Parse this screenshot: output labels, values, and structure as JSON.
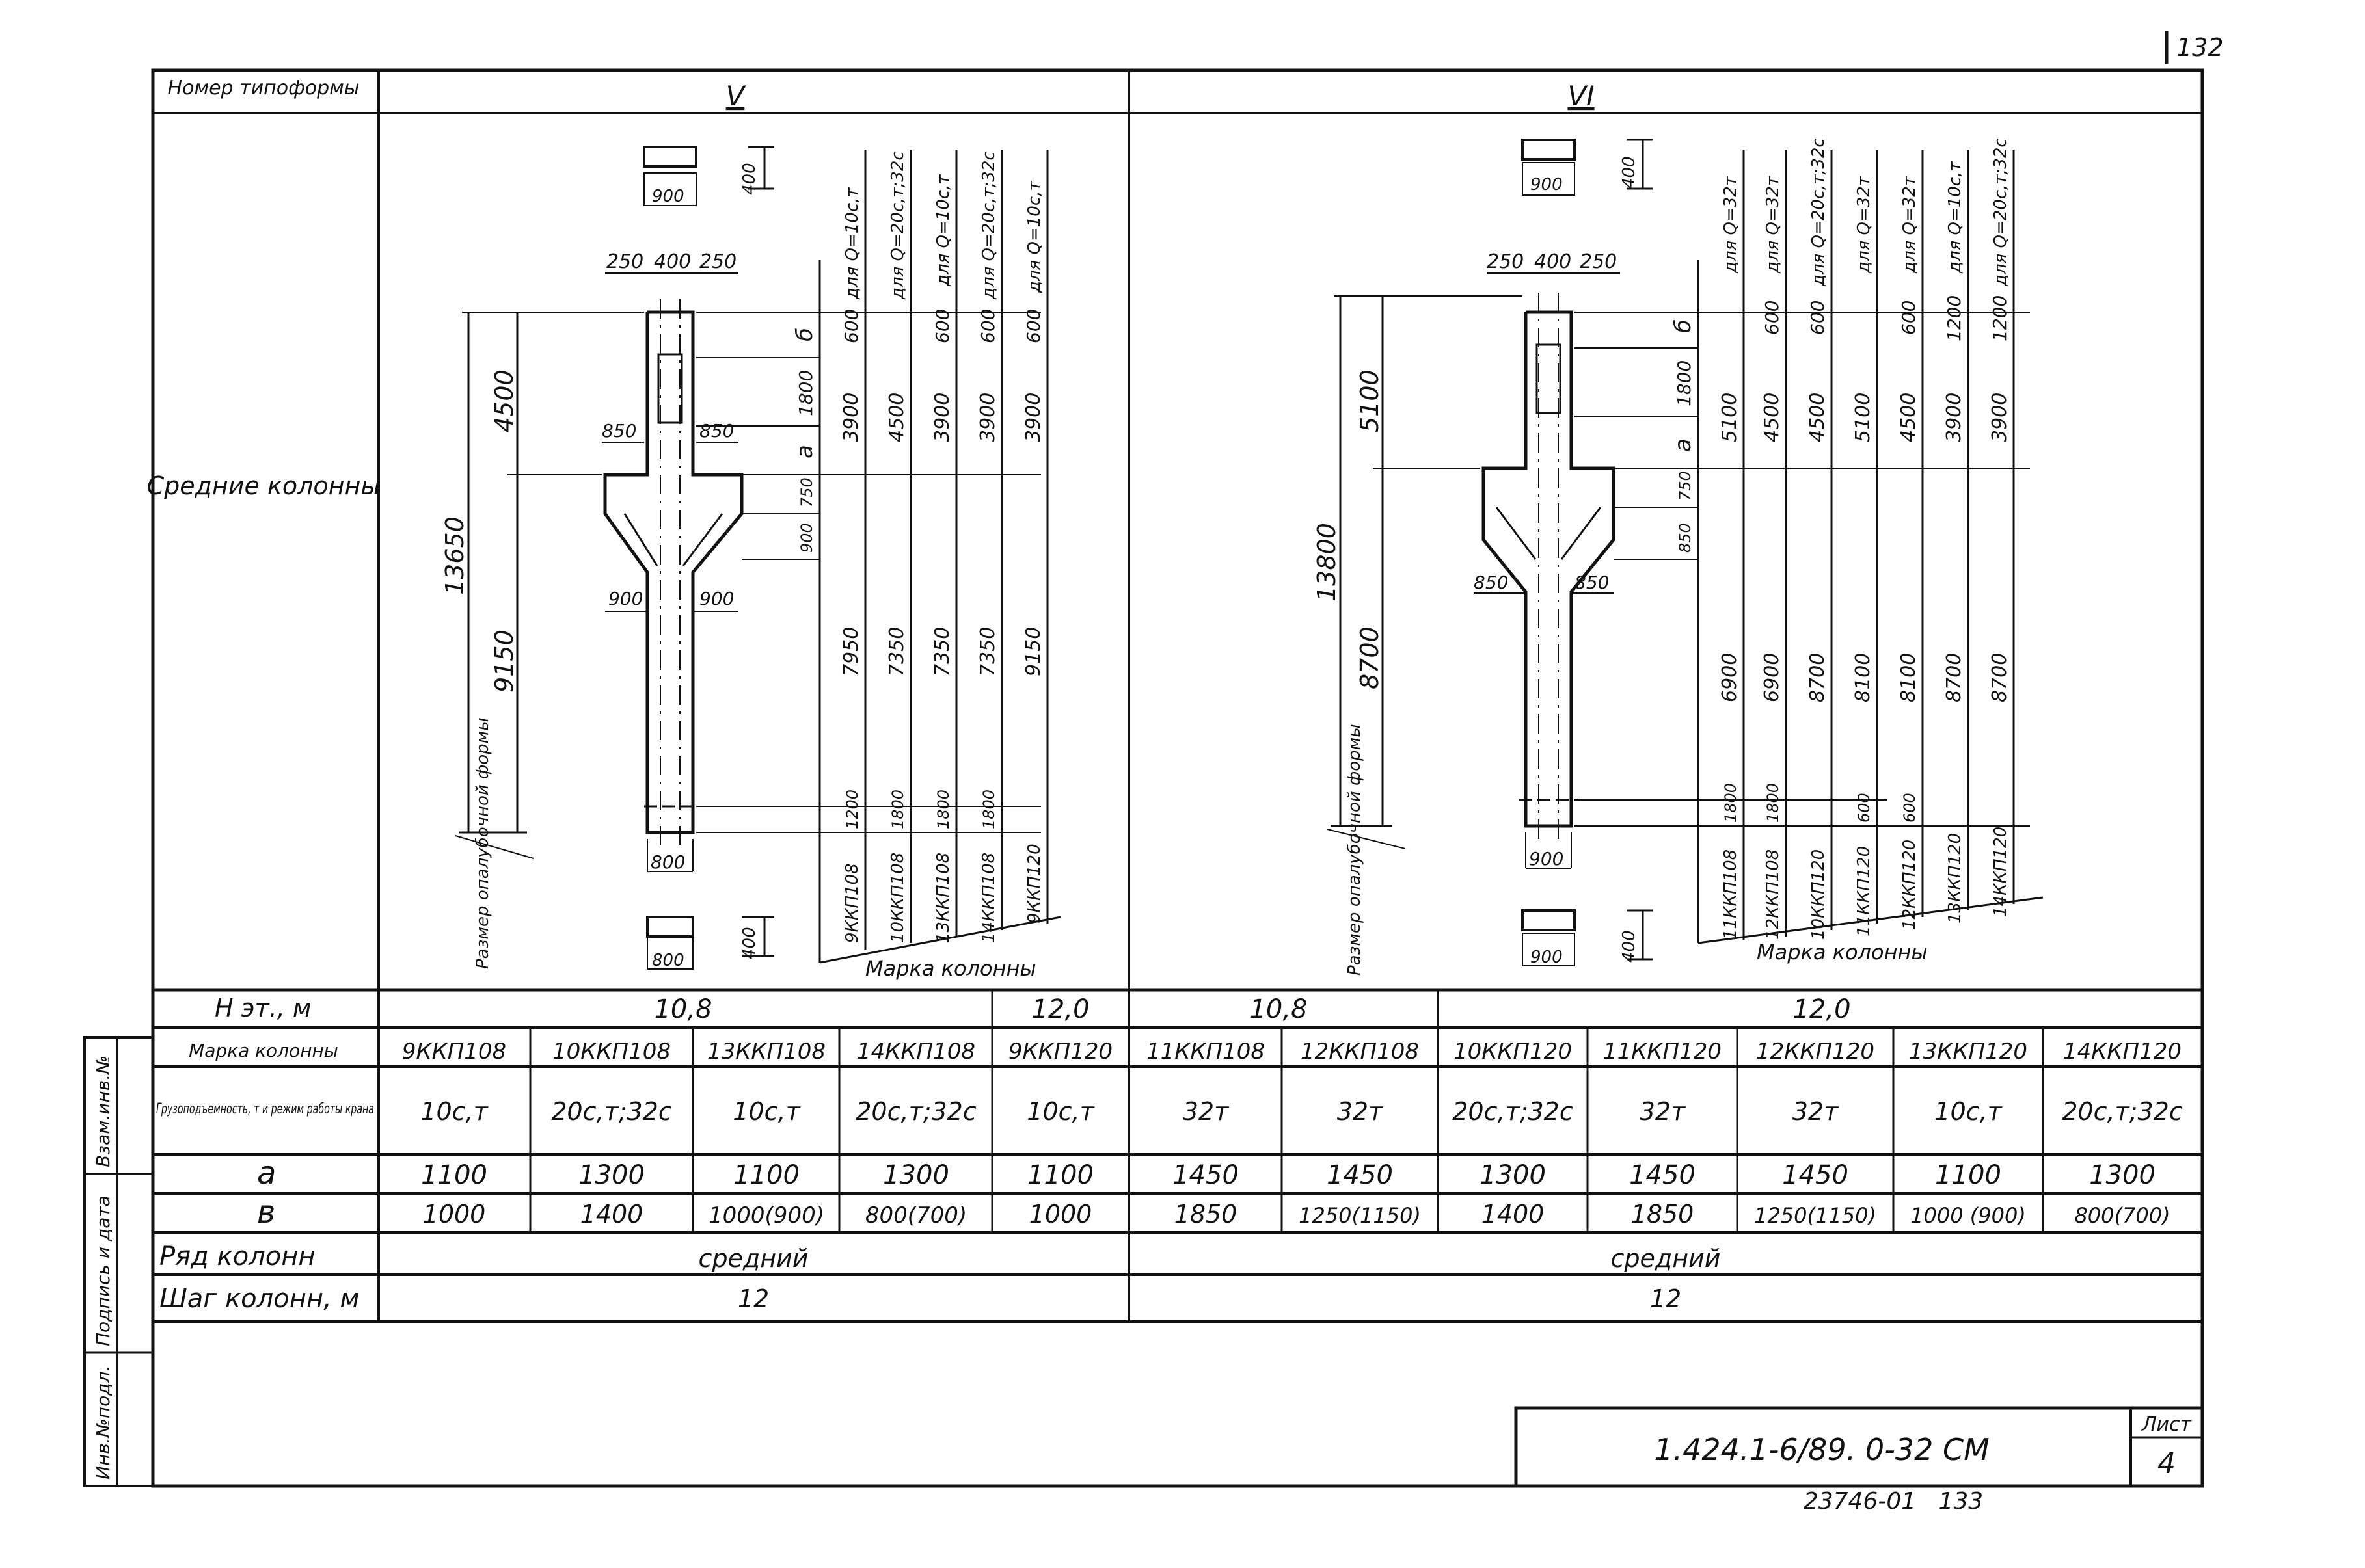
{
  "page_number": "132",
  "header": {
    "form_label": "Номер типоформы",
    "section_left": "V",
    "section_right": "VI"
  },
  "row_label": "Средние колонны",
  "left_drawing": {
    "top_section": {
      "width": "900",
      "height": "400"
    },
    "head_dims": [
      "250",
      "400",
      "250"
    ],
    "corbel_dims": {
      "left": "850",
      "right": "850",
      "low_left": "900",
      "low_right": "900"
    },
    "total": "13650",
    "upper": "4500",
    "lower": "9150",
    "base_width": "800",
    "bottom_section": {
      "width": "800",
      "height": "400"
    },
    "chain_top": [
      "б",
      "1800",
      "а",
      "750",
      "900"
    ],
    "chain_bottom": "1200",
    "formwork_label": "Размер опалубочной формы",
    "marks_caption": "Марка колонны",
    "columns": [
      {
        "note": "для Q=10с,т",
        "v1": "600",
        "v2": "3900",
        "v3": "7950",
        "v4": "1200",
        "mark": "9ККП108"
      },
      {
        "note": "для Q=20с,т;32с",
        "v1": "",
        "v2": "4500",
        "v3": "7350",
        "v4": "1800",
        "mark": "10ККП108"
      },
      {
        "note": "для Q=10с,т",
        "v1": "600",
        "v2": "3900",
        "v3": "7350",
        "v4": "1800",
        "mark": "13ККП108"
      },
      {
        "note": "для Q=20с,т;32с",
        "v1": "600",
        "v2": "3900",
        "v3": "7350",
        "v4": "1800",
        "mark": "14ККП108"
      },
      {
        "note": "для Q=10с,т",
        "v1": "600",
        "v2": "3900",
        "v3": "9150",
        "v4": "",
        "mark": "9ККП120"
      }
    ]
  },
  "right_drawing": {
    "top_section": {
      "width": "900",
      "height": "400"
    },
    "head_dims": [
      "250",
      "400",
      "250"
    ],
    "corbel_dims": {
      "side": "850",
      "low_left": "850",
      "low_right": "850"
    },
    "total": "13800",
    "upper": "5100",
    "lower": "8700",
    "base_width": "900",
    "bottom_section": {
      "width": "900",
      "height": "400"
    },
    "chain_top": [
      "б",
      "1800",
      "а",
      "750",
      "850"
    ],
    "formwork_label": "Размер опалубочной формы",
    "marks_caption": "Марка колонны",
    "columns": [
      {
        "note": "для Q=32т",
        "v1": "",
        "v2": "5100",
        "v3": "6900",
        "v4": "1800",
        "mark": "11ККП108"
      },
      {
        "note": "для Q=32т",
        "v1": "600",
        "v2": "4500",
        "v3": "6900",
        "v4": "1800",
        "mark": "12ККП108"
      },
      {
        "note": "для Q=20с,т;32с",
        "v1": "600",
        "v2": "4500",
        "v3": "8700",
        "v4": "",
        "mark": "10ККП120"
      },
      {
        "note": "для Q=32т",
        "v1": "",
        "v2": "5100",
        "v3": "8100",
        "v4": "600",
        "mark": "11ККП120"
      },
      {
        "note": "для Q=32т",
        "v1": "600",
        "v2": "4500",
        "v3": "8100",
        "v4": "600",
        "mark": "12ККП120"
      },
      {
        "note": "для Q=10с,т",
        "v1": "1200",
        "v2": "3900",
        "v3": "8700",
        "v4": "",
        "mark": "13ККП120"
      },
      {
        "note": "для Q=20с,т;32с",
        "v1": "1200",
        "v2": "3900",
        "v3": "8700",
        "v4": "",
        "mark": "14ККП120"
      }
    ]
  },
  "table": {
    "label_h": "Н эт., м",
    "h_groups": [
      "10,8",
      "12,0",
      "10,8",
      "12,0"
    ],
    "label_mark": "Марка колонны",
    "label_capacity": "Грузоподъемность, т и режим работы крана",
    "label_a": "а",
    "label_b": "в",
    "label_row": "Ряд колонн",
    "label_step": "Шаг колонн, м",
    "marks": [
      "9ККП108",
      "10ККП108",
      "13ККП108",
      "14ККП108",
      "9ККП120",
      "11ККП108",
      "12ККП108",
      "10ККП120",
      "11ККП120",
      "12ККП120",
      "13ККП120",
      "14ККП120"
    ],
    "capacity": [
      "10с,т",
      "20с,т;32с",
      "10с,т",
      "20с,т;32с",
      "10с,т",
      "32т",
      "32т",
      "20с,т;32с",
      "32т",
      "32т",
      "10с,т",
      "20с,т;32с"
    ],
    "a_values": [
      "1100",
      "1300",
      "1100",
      "1300",
      "1100",
      "1450",
      "1450",
      "1300",
      "1450",
      "1450",
      "1100",
      "1300"
    ],
    "b_values": [
      "1000",
      "1400",
      "1000(900)",
      "800(700)",
      "1000",
      "1850",
      "1250(1150)",
      "1400",
      "1850",
      "1250(1150)",
      "1000 (900)",
      "800(700)"
    ],
    "row_left": "средний",
    "row_right": "средний",
    "step_left": "12",
    "step_right": "12"
  },
  "side_stamps": [
    "Взам.инв.№",
    "Подпись и дата",
    "Инв.№подл."
  ],
  "title_block": {
    "code": "1.424.1-6/89. 0-32 СМ",
    "sheet_label": "Лист",
    "sheet_number": "4"
  },
  "footer": "23746-01   133"
}
